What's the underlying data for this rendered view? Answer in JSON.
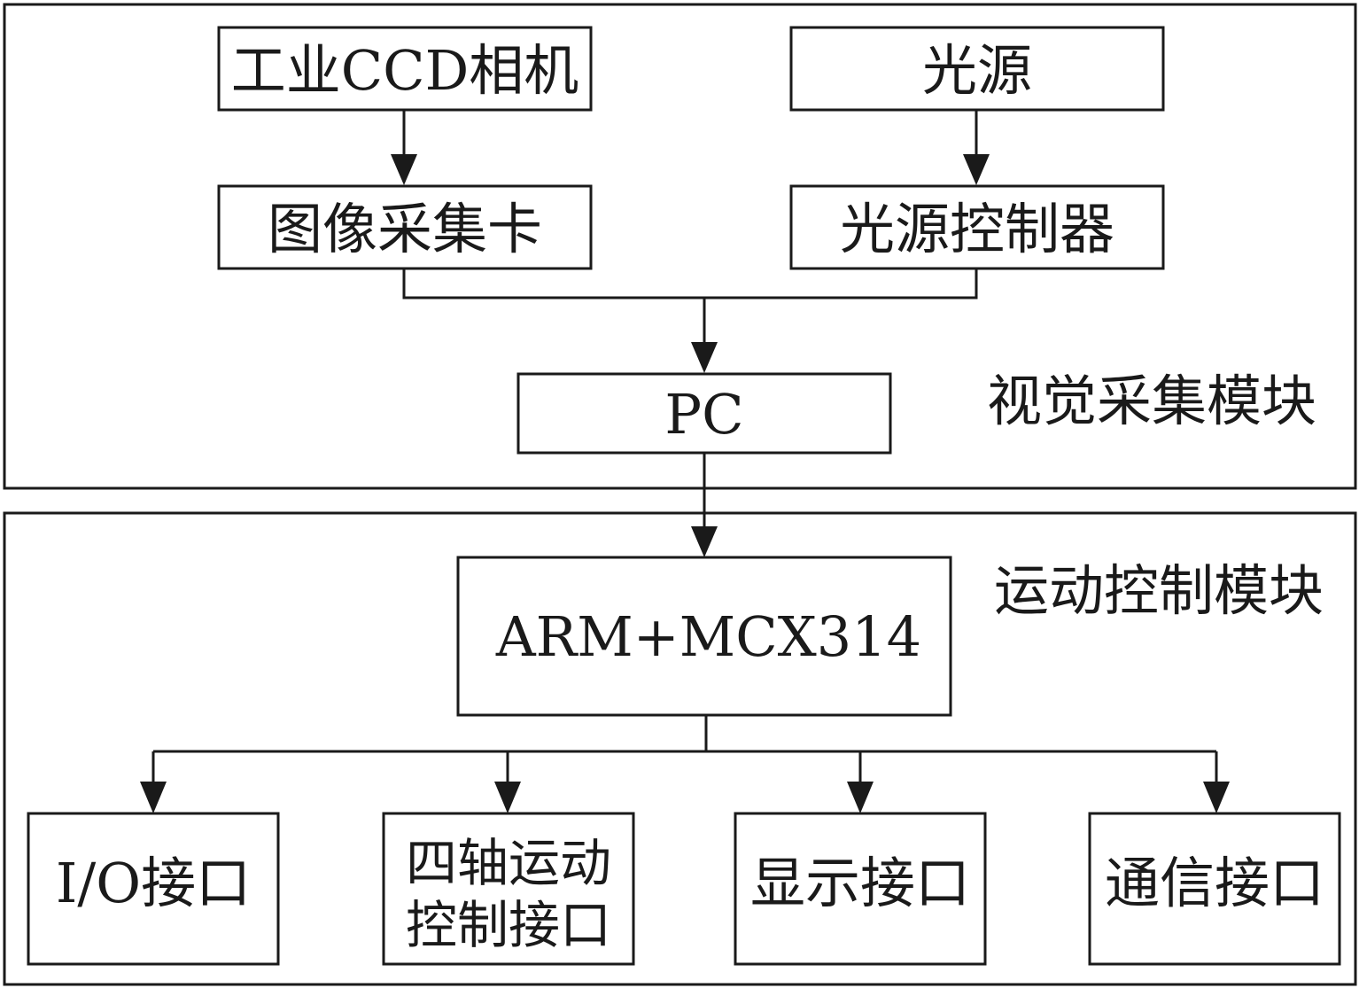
{
  "modules": {
    "vision": {
      "label": "视觉采集模块"
    },
    "motion": {
      "label": "运动控制模块"
    }
  },
  "nodes": {
    "camera": "工业CCD相机",
    "light": "光源",
    "capture_card": "图像采集卡",
    "light_controller": "光源控制器",
    "pc": "PC",
    "controller": "ARM+MCX314",
    "io": "I/O接口",
    "four_axis_line1": "四轴运动",
    "four_axis_line2": "控制接口",
    "display": "显示接口",
    "comm": "通信接口"
  },
  "colors": {
    "ink": "#1a1a1a",
    "background": "#ffffff"
  }
}
